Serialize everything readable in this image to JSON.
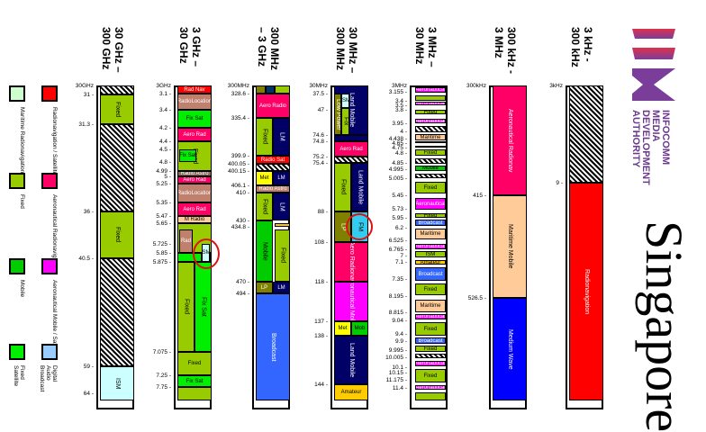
{
  "brand": {
    "name": "INFOCOMM\nMEDIA\nDEVELOPMENT\nAUTHORITY",
    "title": "Singapore"
  },
  "colors": {
    "unallocated": "#ffffff",
    "radnav": "#ff0000",
    "radloc": "#c0806e",
    "fixsat": "#00ee00",
    "aerorad": "#ff0066",
    "fixed": "#99cc00",
    "astro": "#8a6a5a",
    "marmob": "#ffcc99",
    "ism": "#ccffff",
    "mobile": "#00cc00",
    "lp": "#808000",
    "landmob": "#000066",
    "broadcast": "#3366ff",
    "amateur": "#ffcc00",
    "aeromob": "#ff00ff",
    "met": "#ffff00",
    "fm": "#33ccee",
    "mw": "#0000ff",
    "marradnav": "#ccffcc",
    "dab": "#99ccff",
    "darkblue": "#003366",
    "radsat": "#ff0000"
  },
  "legend": [
    {
      "label": "Maritime Radionavigation",
      "color": "marradnav"
    },
    {
      "label": "Radionavigation / Satellite",
      "color": "radnav"
    },
    {
      "label": "Fixed",
      "color": "fixed"
    },
    {
      "label": "Aeronautical Radionavigation",
      "color": "aerorad"
    },
    {
      "label": "Mobile",
      "color": "mobile"
    },
    {
      "label": "Aeronautical Mobile / Satellite",
      "color": "aeromob"
    },
    {
      "label": "Fixed Satellite",
      "color": "fixsat"
    },
    {
      "label": "Digital Audio Broadcast",
      "color": "dab"
    }
  ],
  "columns": [
    {
      "header": "30 GHz –\n300 GHz",
      "ticks": [
        "30GHz",
        "31",
        "31.3",
        "36",
        "40.5",
        "59",
        "64"
      ],
      "blocks": [
        {
          "label": "",
          "color": "unallocated"
        },
        {
          "label": "Fixed",
          "color": "fixed"
        },
        {
          "label": "",
          "color": "unallocated"
        },
        {
          "label": "Fixed",
          "color": "fixed"
        },
        {
          "label": "",
          "color": "unallocated"
        },
        {
          "label": "ISM",
          "color": "ism"
        }
      ]
    },
    {
      "header": "3 GHz –\n30 GHz",
      "ticks": [
        "3GHz",
        "3.1",
        "3.4",
        "4.2",
        "4.4",
        "4.5",
        "4.8",
        "4.99",
        "5",
        "5.25",
        "5.35",
        "5.47",
        "5.65",
        "5.725",
        "5.85",
        "5.875",
        "7.075",
        "7.25",
        "7.75"
      ],
      "blocks": [
        {
          "label": "Rad Nav",
          "color": "radnav"
        },
        {
          "label": "RadioLocation",
          "color": "radloc"
        },
        {
          "label": "Fix Sat",
          "color": "fixsat"
        },
        {
          "label": "Aero Rad",
          "color": "aerorad"
        },
        {
          "label": "Fixed",
          "color": "fixed"
        },
        {
          "label": "Fix Sat",
          "color": "fixsat"
        },
        {
          "label": "Radio Astro",
          "color": "astro"
        },
        {
          "label": "Aero Rad",
          "color": "aerorad"
        },
        {
          "label": "RadioLocation",
          "color": "radloc"
        },
        {
          "label": "Aero Rad",
          "color": "aerorad"
        },
        {
          "label": "M Radio",
          "color": "marmob"
        },
        {
          "label": "",
          "color": "fixed"
        },
        {
          "label": "Rad",
          "color": "radloc"
        },
        {
          "label": "ISM",
          "color": "ism"
        },
        {
          "label": "",
          "color": "fixsat"
        },
        {
          "label": "Fixed",
          "color": "fixed"
        },
        {
          "label": "Fix Sat",
          "color": "fixsat"
        },
        {
          "label": "Fixed",
          "color": "fixed"
        },
        {
          "label": "Fix Sat",
          "color": "fixsat"
        },
        {
          "label": "",
          "color": "fixed"
        }
      ]
    },
    {
      "header": "300 MHz\n– 3 GHz",
      "ticks": [
        "300MHz",
        "328.6",
        "335.4",
        "399.9",
        "400.05",
        "400.15",
        "406.1",
        "410",
        "430",
        "434.8",
        "470",
        "494"
      ],
      "blocks": [
        {
          "label": "",
          "color": "lp"
        },
        {
          "label": "",
          "color": "darkblue"
        },
        {
          "label": "",
          "color": "fixed"
        },
        {
          "label": "Aero Radio",
          "color": "aerorad"
        },
        {
          "label": "Fixed",
          "color": "fixed"
        },
        {
          "label": "LM",
          "color": "landmob"
        },
        {
          "label": "Radio Sat",
          "color": "radsat"
        },
        {
          "label": "",
          "color": "unallocated"
        },
        {
          "label": "Met",
          "color": "met"
        },
        {
          "label": "LM",
          "color": "landmob"
        },
        {
          "label": "Radio Astro",
          "color": "radloc"
        },
        {
          "label": "Fixed",
          "color": "fixed"
        },
        {
          "label": "LM",
          "color": "landmob"
        },
        {
          "label": "Mobile",
          "color": "mobile"
        },
        {
          "label": "",
          "color": "amateur"
        },
        {
          "label": "Fixed",
          "color": "fixed"
        },
        {
          "label": "LP",
          "color": "lp"
        },
        {
          "label": "LM",
          "color": "landmob"
        },
        {
          "label": "Broadcast",
          "color": "broadcast"
        }
      ]
    },
    {
      "header": "30 MHz –\n300 MHz",
      "ticks": [
        "30MHz",
        "37.5",
        "47",
        "74.6",
        "74.8",
        "75.2",
        "75.4",
        "88",
        "108",
        "118",
        "137",
        "138",
        "144"
      ],
      "blocks": [
        {
          "label": "Land Mobile",
          "color": "landmob"
        },
        {
          "label": "Low Power",
          "color": "lp"
        },
        {
          "label": "ISM",
          "color": "ism"
        },
        {
          "label": "Fix",
          "color": "fixed"
        },
        {
          "label": "",
          "color": "landmob"
        },
        {
          "label": "Aero Rad",
          "color": "aerorad"
        },
        {
          "label": "",
          "color": "unallocated"
        },
        {
          "label": "Fixed",
          "color": "fixed"
        },
        {
          "label": "Land Mobile",
          "color": "landmob"
        },
        {
          "label": "LP",
          "color": "lp"
        },
        {
          "label": "FM",
          "color": "fm"
        },
        {
          "label": "Aero Radionav",
          "color": "aerorad"
        },
        {
          "label": "Aeronautical Mobile",
          "color": "aeromob"
        },
        {
          "label": "Met",
          "color": "met"
        },
        {
          "label": "Mob",
          "color": "mobile"
        },
        {
          "label": "Land Mobile",
          "color": "landmob"
        },
        {
          "label": "Amateur",
          "color": "amateur"
        }
      ]
    },
    {
      "header": "3 MHz –\n30 MHz",
      "ticks": [
        "3MHz",
        "3.155",
        "3.4",
        "3.5",
        "3.8",
        "3.95",
        "4",
        "4.438",
        "4.65",
        "4.75",
        "4.8",
        "4.85",
        "4.995",
        "5.005",
        "5.45",
        "5.73",
        "5.95",
        "6.2",
        "6.525",
        "6.765",
        "7",
        "7.1",
        "7.35",
        "8.195",
        "8.815",
        "9.04",
        "9.4",
        "9.9",
        "9.995",
        "10.005",
        "10.1",
        "10.15",
        "11.175",
        "11.4"
      ],
      "blocks": [
        {
          "label": "Aeronautical",
          "color": "aeromob"
        },
        {
          "label": "",
          "color": "fixed"
        },
        {
          "label": "Aeronautical",
          "color": "aeromob"
        },
        {
          "label": "Fixed",
          "color": "fixed"
        },
        {
          "label": "Aeronautical",
          "color": "aeromob"
        },
        {
          "label": "",
          "color": "unallocated"
        },
        {
          "label": "Maritime",
          "color": "marmob"
        },
        {
          "label": "",
          "color": "fixed"
        },
        {
          "label": "",
          "color": "aeromob"
        },
        {
          "label": "Fixed",
          "color": "fixed"
        },
        {
          "label": "",
          "color": "unallocated"
        },
        {
          "label": "Mobile",
          "color": "mobile"
        },
        {
          "label": "",
          "color": "unallocated"
        },
        {
          "label": "Fixed",
          "color": "fixed"
        },
        {
          "label": "Aeronautical",
          "color": "aeromob"
        },
        {
          "label": "Fixed",
          "color": "fixed"
        },
        {
          "label": "Broadcast",
          "color": "broadcast"
        },
        {
          "label": "Maritime",
          "color": "marmob"
        },
        {
          "label": "Aeronautical",
          "color": "aeromob"
        },
        {
          "label": "ISM",
          "color": "fixed"
        },
        {
          "label": "Amateur",
          "color": "amateur"
        },
        {
          "label": "Broadcast",
          "color": "broadcast"
        },
        {
          "label": "Fixed",
          "color": "fixed"
        },
        {
          "label": "Maritime",
          "color": "marmob"
        },
        {
          "label": "Aeronautical",
          "color": "aeromob"
        },
        {
          "label": "Fixed",
          "color": "fixed"
        },
        {
          "label": "Broadcast",
          "color": "broadcast"
        },
        {
          "label": "Fixed",
          "color": "fixed"
        },
        {
          "label": "",
          "color": "unallocated"
        },
        {
          "label": "Aeronautical",
          "color": "aeromob"
        },
        {
          "label": "Fixed",
          "color": "fixed"
        },
        {
          "label": "Aeronautical",
          "color": "aeromob"
        },
        {
          "label": "",
          "color": "fixed"
        }
      ]
    },
    {
      "header": "300 kHz -\n3 MHz",
      "ticks": [
        "300kHz",
        "415",
        "526.5"
      ],
      "blocks": [
        {
          "label": "Aeronautical Radionav",
          "color": "aerorad"
        },
        {
          "label": "Maritime Mobile",
          "color": "marmob"
        },
        {
          "label": "Medium Wave",
          "color": "mw"
        }
      ]
    },
    {
      "header": "3 kHz -\n300 kHz",
      "ticks": [
        "3kHz",
        "9"
      ],
      "blocks": [
        {
          "label": "",
          "color": "unallocated"
        },
        {
          "label": "Radionavigation",
          "color": "radnav"
        }
      ]
    }
  ]
}
